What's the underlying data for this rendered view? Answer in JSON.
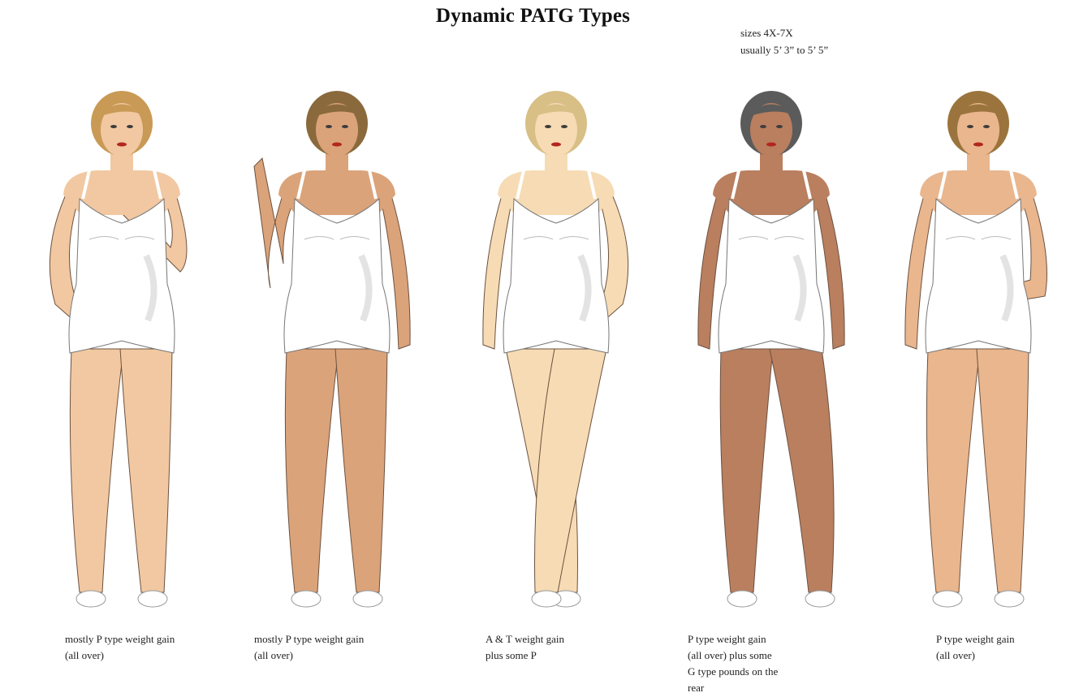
{
  "title": "Dynamic PATG Types",
  "size_note": {
    "line1": "sizes 4X-7X",
    "line2": "usually 5’ 3” to 5’ 5”"
  },
  "figures": [
    {
      "skin": "#f1c8a1",
      "hair": "#c99a55",
      "caption": [
        "mostly P type weight gain",
        "(all over)"
      ]
    },
    {
      "skin": "#dba37a",
      "hair": "#8a6a3c",
      "caption": [
        "mostly P type weight gain",
        "(all over)"
      ]
    },
    {
      "skin": "#f6dbb4",
      "hair": "#d7bf86",
      "caption": [
        "A & T weight gain",
        "plus some P"
      ]
    },
    {
      "skin": "#b97f5f",
      "hair": "#5b5b5b",
      "caption": [
        "P type weight gain",
        "(all over) plus some",
        "G type pounds on the",
        "rear"
      ]
    },
    {
      "skin": "#e9b68e",
      "hair": "#9b743d",
      "caption": [
        "P type weight gain",
        "(all over)"
      ]
    }
  ]
}
